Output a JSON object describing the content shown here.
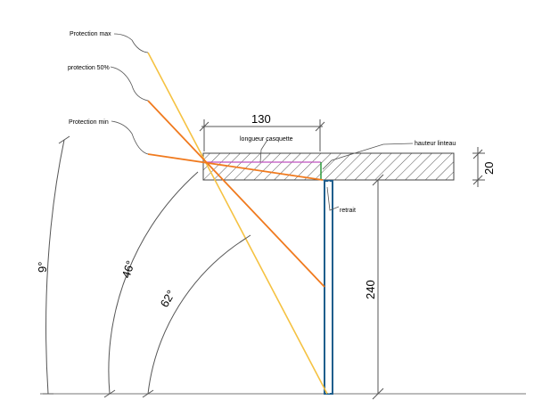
{
  "labels": {
    "protection_max": "Protection max",
    "protection_50": "protection 50%",
    "protection_min": "Protection min",
    "longueur_casquette": "longueur casquette",
    "hauteur_linteau": "hauteur  linteau",
    "retrait": "retrait"
  },
  "dimensions": {
    "longueur": "130",
    "hauteur_linteau": "20",
    "hauteur_baie": "240"
  },
  "angles": {
    "min": "9°",
    "mid": "46°",
    "max": "62°"
  },
  "colors": {
    "max_ray": "#f5c242",
    "mid_ray": "#f07a1e",
    "min_ray": "#f07a1e",
    "window": "#1f5e8c",
    "canopy_line": "#c050c0",
    "linteau_mark": "#2a9a3a"
  }
}
